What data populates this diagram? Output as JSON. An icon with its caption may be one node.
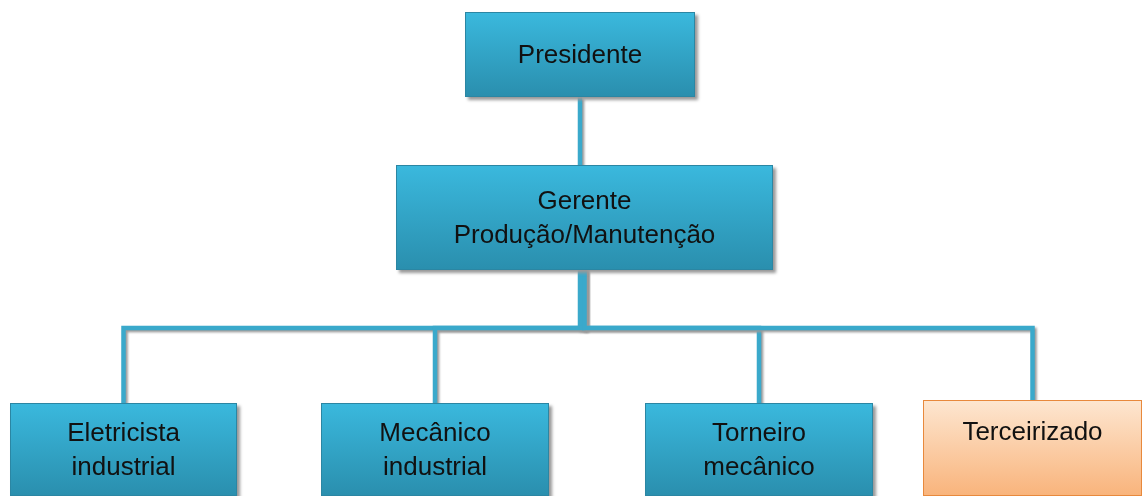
{
  "diagram": {
    "nodes": [
      {
        "text": [
          "Presidente"
        ]
      },
      {
        "text": [
          "Gerente Produção/Manutenção"
        ]
      },
      {
        "text": [
          "Eletricista industrial"
        ]
      },
      {
        "text": [
          "Mecânico industrial"
        ]
      },
      {
        "text": [
          "Torneiro mecânico"
        ]
      },
      {
        "text": [
          "Terceirizado"
        ]
      }
    ],
    "edges": [
      {
        "from": 0,
        "to": 1,
        "arrow": "none"
      },
      {
        "from": 1,
        "to": 2,
        "arrow": "none"
      },
      {
        "from": 1,
        "to": 3,
        "arrow": "none"
      },
      {
        "from": 1,
        "to": 4,
        "arrow": "none"
      },
      {
        "from": 1,
        "to": 5,
        "arrow": "none"
      }
    ]
  }
}
